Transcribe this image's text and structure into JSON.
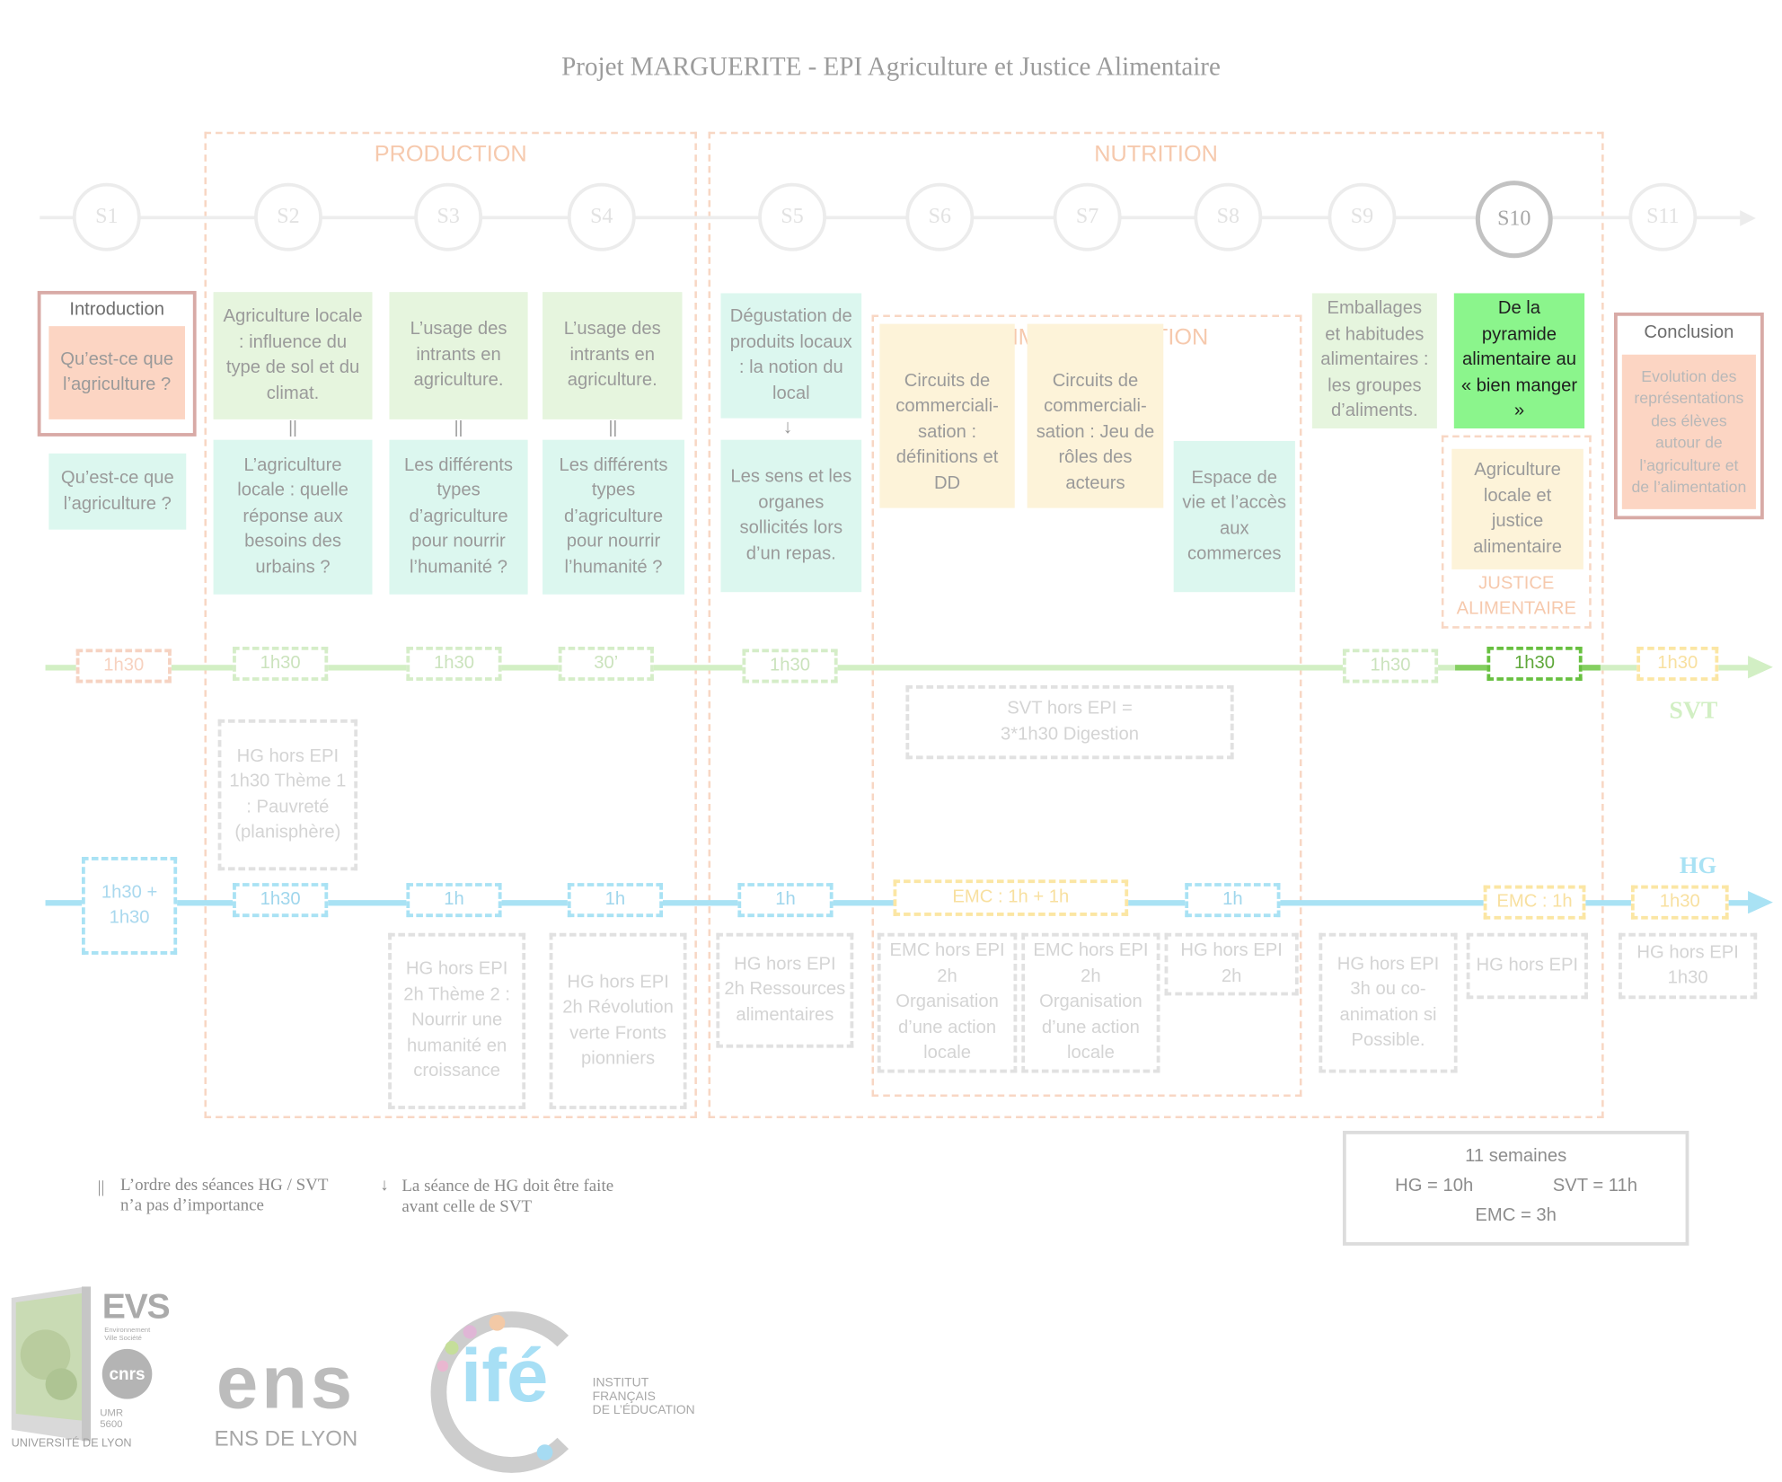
{
  "title": "Projet MARGUERITE  - EPI Agriculture et Justice Alimentaire",
  "sections": {
    "production": "PRODUCTION",
    "nutrition": "NUTRITION",
    "commercialisation": "COMMERCIALISATION",
    "justice": "JUSTICE ALIMENTAIRE"
  },
  "weeks": [
    "S1",
    "S2",
    "S3",
    "S4",
    "S5",
    "S6",
    "S7",
    "S8",
    "S9",
    "S10",
    "S11"
  ],
  "introduction": {
    "label": "Introduction",
    "text": "Qu’est-ce que l’agriculture ?"
  },
  "conclusion": {
    "label": "Conclusion",
    "text": "Evolution des représentations des élèves autour de l’agriculture et de l’alimentation"
  },
  "cards": {
    "s1_teal": "Qu’est-ce que l’agriculture ?",
    "s2_top": "Agriculture locale : influence du type de sol et du climat.",
    "s2_bottom": "L’agriculture locale : quelle réponse aux besoins des urbains ?",
    "s3_top": "L’usage des intrants en agriculture.",
    "s3_bottom": "Les différents types d’agriculture pour nourrir l’humanité ?",
    "s4_top": "L’usage des intrants en agriculture.",
    "s4_bottom": "Les différents types d’agriculture pour nourrir l’humanité ?",
    "s5_top": "Dégustation de produits locaux : la notion du local",
    "s5_bottom": "Les sens et les organes sollicités lors d’un repas.",
    "s6_circuits": "Circuits de commerciali-sation : définitions et DD",
    "s7_circuits": "Circuits de commerciali-sation : Jeu de rôles des acteurs",
    "s8_espace": "Espace de vie et l’accès aux commerces",
    "s9_emballages": "Emballages et habitudes alimentaires : les groupes d’aliments.",
    "s10_pyramide": "De la pyramide alimentaire au « bien manger »",
    "s10_justice": "Agriculture locale et justice alimentaire"
  },
  "order_marks": [
    "||",
    "||",
    "||"
  ],
  "arrow_glyph": "↓",
  "svt": {
    "label": "SVT",
    "pills": [
      "1h30",
      "1h30",
      "1h30",
      "30’",
      "1h30",
      "1h30",
      "1h30",
      "1h30"
    ],
    "hors_epi": "SVT hors EPI = 3*1h30 Digestion"
  },
  "hg": {
    "label": "HG",
    "pills": [
      "1h30 + 1h30",
      "1h30",
      "1h",
      "1h",
      "1h",
      "EMC : 1h + 1h",
      "1h",
      "EMC : 1h",
      "1h30"
    ],
    "hors_top": "HG hors EPI 1h30 Thème 1 : Pauvreté (planisphère)",
    "hors": [
      "HG hors EPI 2h Thème 2 : Nourrir une humanité en croissance",
      "HG hors EPI 2h Révolution verte Fronts pionniers",
      "HG hors EPI 2h Ressources alimentaires",
      "EMC hors EPI 2h Organisation d’une action locale",
      "EMC hors EPI 2h Organisation d’une action locale",
      "HG hors EPI 2h",
      "HG hors EPI 3h ou co-animation si Possible.",
      "HG hors EPI",
      "HG hors EPI 1h30"
    ]
  },
  "legend": {
    "order_symbol": "||",
    "order_text": "L’ordre des séances HG / SVT n’a pas d’importance",
    "arrow_symbol": "↓",
    "arrow_text": "La séance de HG doit être faite avant celle de SVT"
  },
  "summary": {
    "weeks": "11 semaines",
    "hg": "HG = 10h",
    "svt": "SVT = 11h",
    "emc": "EMC = 3h"
  },
  "logos": {
    "evs": "EVS",
    "evs_sub": "Environnement Ville Société",
    "cnrs": "cnrs",
    "umr": "UMR 5600",
    "universite": "UNIVERSITÉ DE LYON",
    "ens": "ens",
    "ens_sub": "ENS DE LYON",
    "ife": "ifé",
    "ife_sub_1": "INSTITUT",
    "ife_sub_2": "FRANÇAIS",
    "ife_sub_3": "DE L’ÉDUCATION"
  },
  "colors": {
    "svt_line": "#d2efc4",
    "hg_line": "#a9e2f4",
    "production": "#f8d7c4",
    "s10_highlight": "#8bf58c"
  }
}
